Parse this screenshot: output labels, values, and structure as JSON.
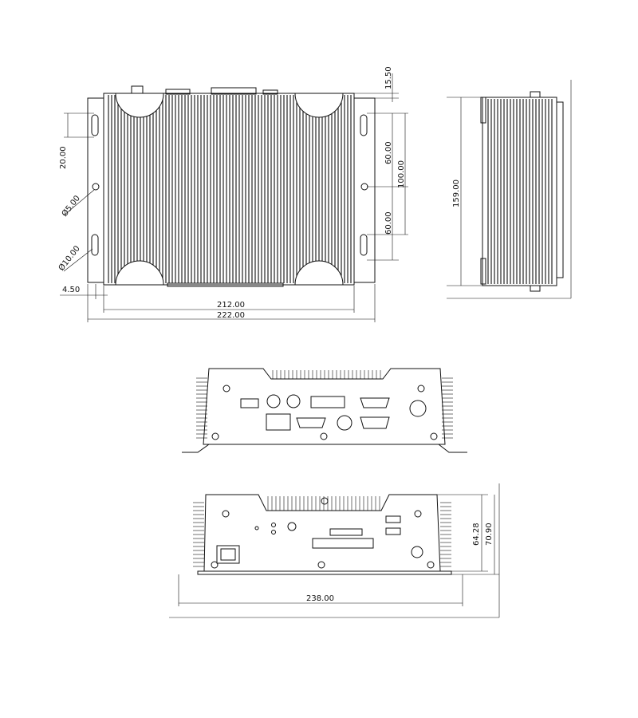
{
  "dimensions": {
    "top_offset": "15.50",
    "slot_pitch": "20.00",
    "hole_small": "Ø5.00",
    "hole_large": "Ø10.00",
    "edge_offset": "4.50",
    "body_width": "212.00",
    "overall_width": "222.00",
    "upper_spacing": "60.00",
    "mount_spacing": "100.00",
    "lower_spacing": "60.00",
    "side_depth": "159.00",
    "body_height": "64.28",
    "overall_height": "70.90",
    "base_width": "238.00"
  },
  "views": [
    "top-view",
    "side-view",
    "front-panel-view",
    "rear-panel-view"
  ]
}
